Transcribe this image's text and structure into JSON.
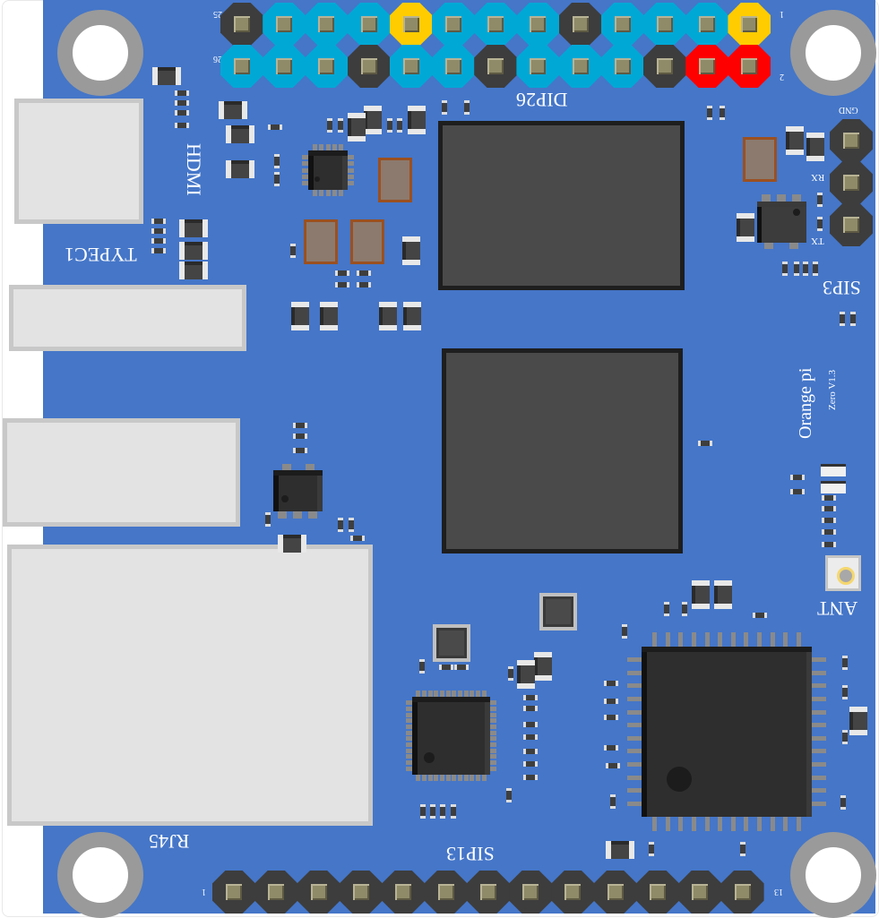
{
  "board": {
    "name": "Orange pi",
    "version": "Zero V1.3",
    "colors": {
      "pcb": "#4576c8",
      "pin_gnd": "#3d3d3d",
      "pin_gpio": "#00a8d6",
      "pin_3v3": "#ffcc00",
      "pin_5v": "#ff0000",
      "mount_hole_ring": "#9a9a9a"
    }
  },
  "labels": {
    "dip26": "DIP26",
    "sip3": "SIP3",
    "sip13": "SIP13",
    "hdmi": "HDMI",
    "typec": "TYPEC1",
    "rj45": "RJ45",
    "ant": "ANT",
    "gnd": "GND",
    "rx": "RX",
    "tx": "TX"
  },
  "dip26": {
    "pin1_label": "1",
    "pin2_label": "2",
    "pin25_label": "25",
    "pin26_label": "26",
    "top_row": [
      "gnd",
      "gpio",
      "gpio",
      "gpio",
      "3v3",
      "gpio",
      "gpio",
      "gpio",
      "gnd",
      "gpio",
      "gpio",
      "gpio",
      "3v3"
    ],
    "bottom_row": [
      "gpio",
      "gpio",
      "gpio",
      "gnd",
      "gpio",
      "gpio",
      "gnd",
      "gpio",
      "gpio",
      "gpio",
      "gnd",
      "5v",
      "5v"
    ]
  },
  "sip13": {
    "pin1_label": "1",
    "pin13_label": "13",
    "count": 13
  },
  "sip3": {
    "pins": [
      "GND",
      "RX",
      "TX"
    ]
  }
}
